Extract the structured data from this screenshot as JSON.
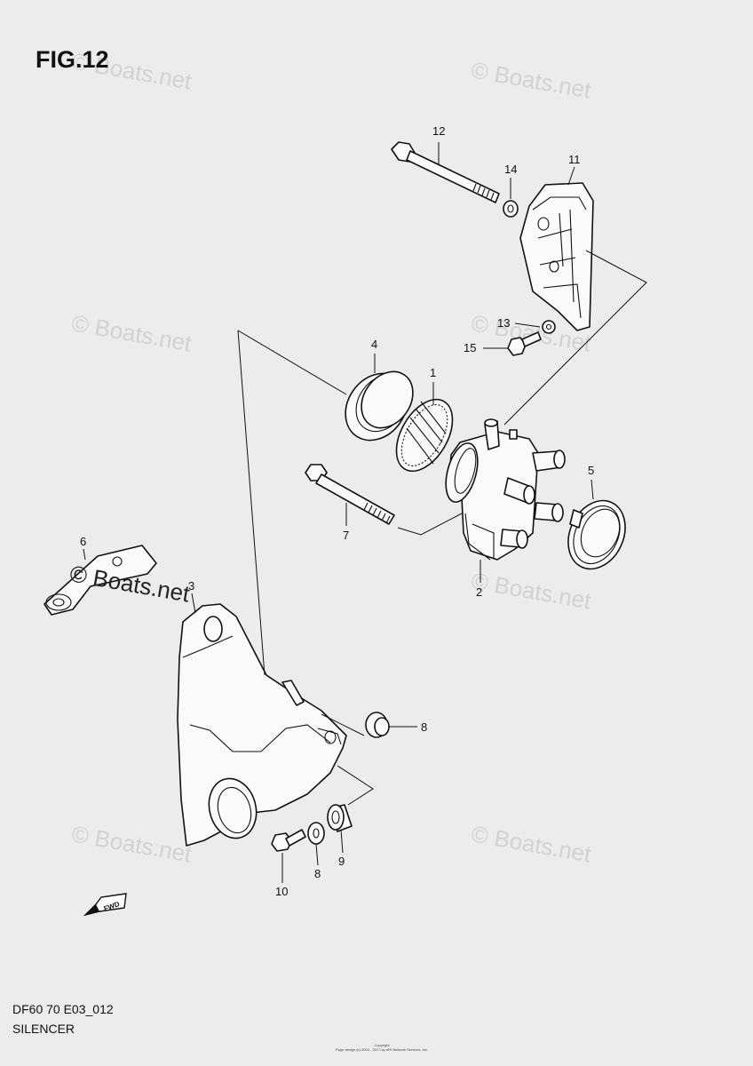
{
  "figure": {
    "title": "FIG.12",
    "code": "DF60 70 E03_012",
    "name": "SILENCER",
    "copyright_line1": "Copyright",
    "copyright_line2": "Page design (c) 2004 - 2017 by ARI Network Services, Inc."
  },
  "watermark": "© Boats.net",
  "callouts": [
    "12",
    "14",
    "11",
    "13",
    "15",
    "4",
    "1",
    "5",
    "7",
    "2",
    "6",
    "3",
    "8",
    "8",
    "9",
    "10"
  ],
  "fwd_label": "FWD"
}
